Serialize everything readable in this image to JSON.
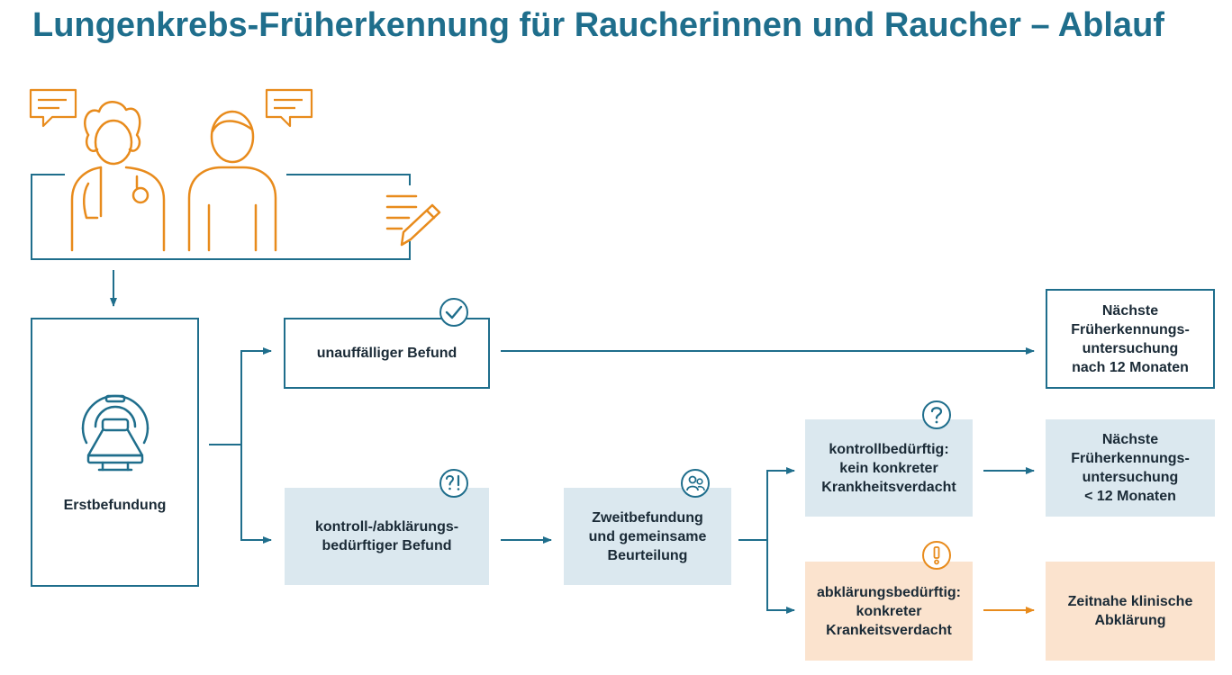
{
  "title": "Lungenkrebs-Früherkennung für Raucherinnen und Raucher – Ablauf",
  "colors": {
    "blue": "#1f6e8c",
    "orange": "#e88b1c",
    "light_blue": "#dbe8ef",
    "light_orange": "#fbe3ce"
  },
  "nodes": {
    "erstbefundung": "Erstbefundung",
    "unauffaellig": "unauffälliger Befund",
    "kontroll_abklaerung": "kontroll-/abklärungs-\nbedürftiger Befund",
    "zweitbefundung": "Zweitbefundung\nund gemeinsame\nBeurteilung",
    "kontrollbeduerftig": "kontrollbedürftig:\nkein konkreter\nKrankheitsverdacht",
    "abklaerungsbeduerftig": "abklärungsbedürftig:\nkonkreter\nKrankeitsverdacht",
    "naechste_12": "Nächste\nFrüherkennungs-\nuntersuchung\nnach 12 Monaten",
    "naechste_lt12": "Nächste\nFrüherkennungs-\nuntersuchung\n< 12 Monaten",
    "zeitnahe": "Zeitnahe klinische\nAbklärung"
  },
  "icons": {
    "check": "check-circle-icon",
    "question_exclaim": "question-exclamation-icon",
    "people": "people-circle-icon",
    "question": "question-circle-icon",
    "exclaim": "exclamation-circle-icon",
    "scanner": "ct-scanner-icon",
    "doctor": "doctor-icon",
    "patient": "patient-icon",
    "speech": "speech-bubble-icon",
    "document": "document-pen-icon"
  }
}
